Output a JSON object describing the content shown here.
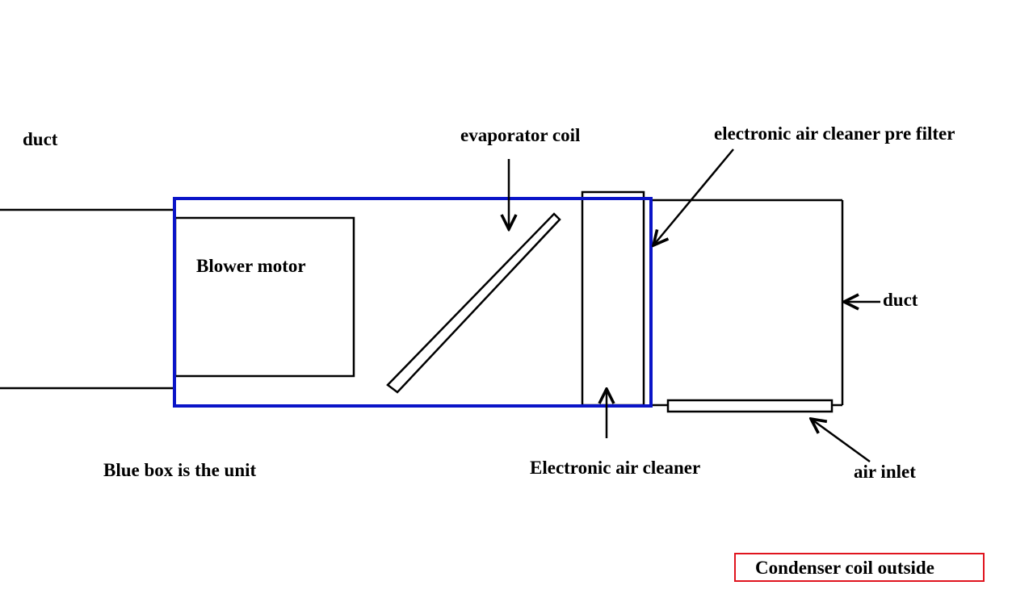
{
  "labels": {
    "duct_left": "duct",
    "evaporator_coil": "evaporator coil",
    "pre_filter": "electronic air cleaner pre filter",
    "blower_motor": "Blower motor",
    "duct_right": "duct",
    "unit_note": "Blue box is the unit",
    "air_cleaner": "Electronic air cleaner",
    "air_inlet": "air inlet",
    "condenser": "Condenser coil outside"
  },
  "colors": {
    "unit_box": "#0a14c8",
    "condenser_box": "#e0141e",
    "lines": "#000000"
  }
}
